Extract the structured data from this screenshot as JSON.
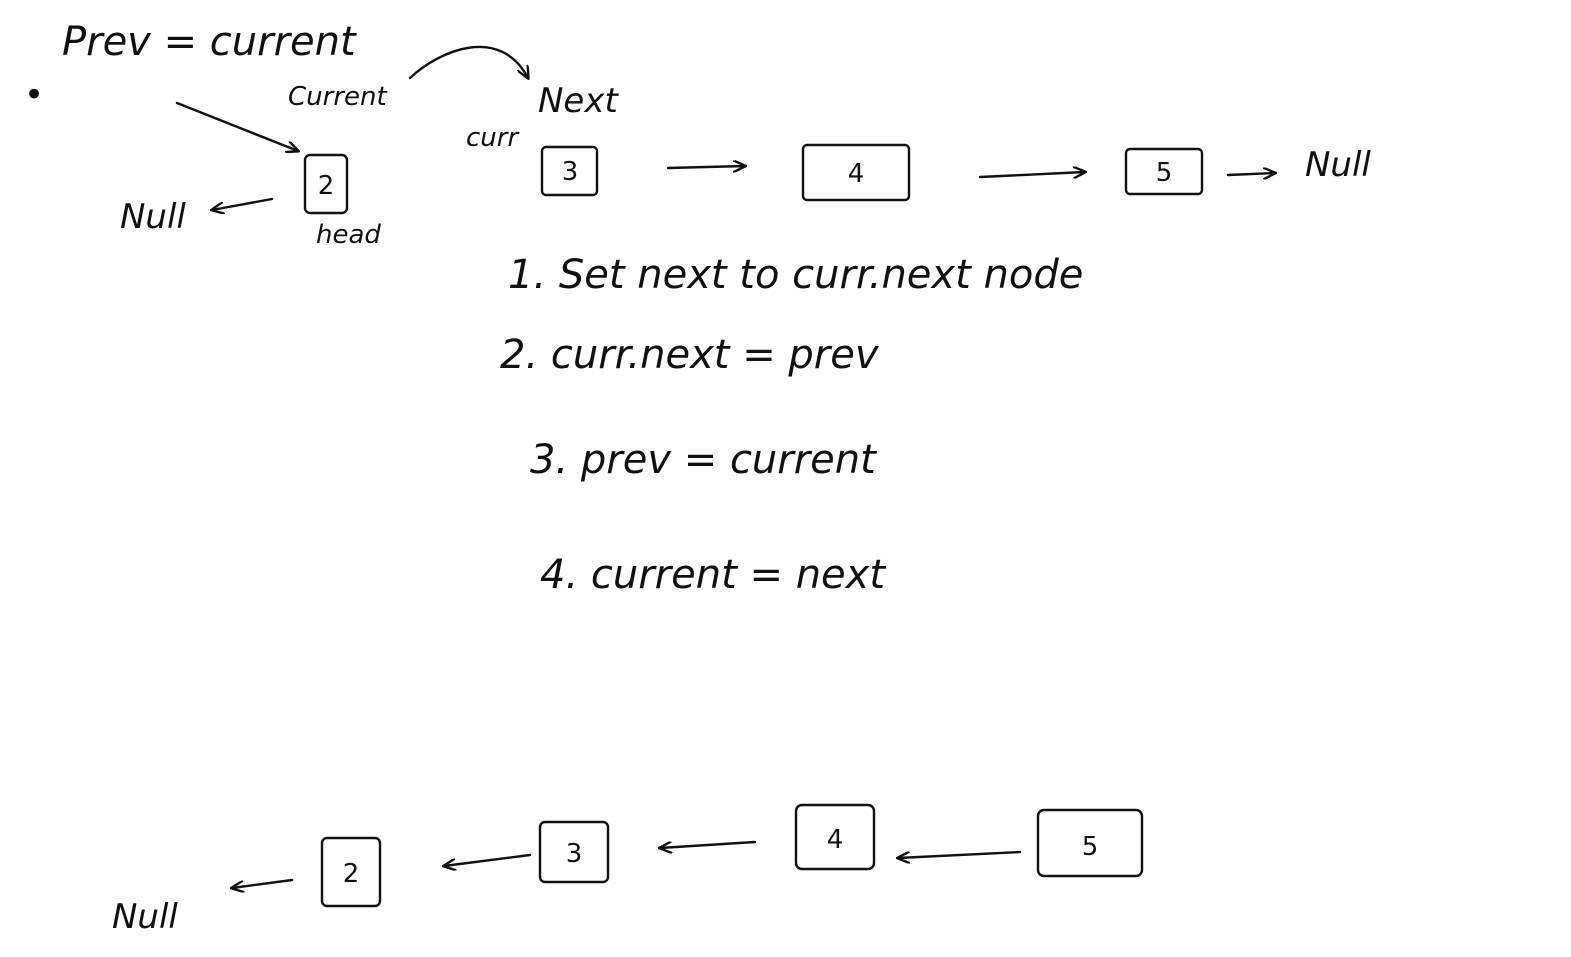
{
  "ink_color": "#111111",
  "background": "#ffffff",
  "top": {
    "bullet": "•",
    "prev_eq_current": "Prev = current",
    "current_label": "Current",
    "next_label": "Next",
    "curr_label": "curr",
    "head_label": "head",
    "null_left": "Null",
    "null_right": "Null",
    "nodes": [
      "2",
      "3",
      "4",
      "5"
    ]
  },
  "steps": [
    "1. Set next to curr.next node",
    "2. curr.next = prev",
    "3. prev = current",
    "4. current = next"
  ],
  "bottom": {
    "null_label": "Null",
    "nodes": [
      "2",
      "3",
      "4",
      "5"
    ]
  }
}
